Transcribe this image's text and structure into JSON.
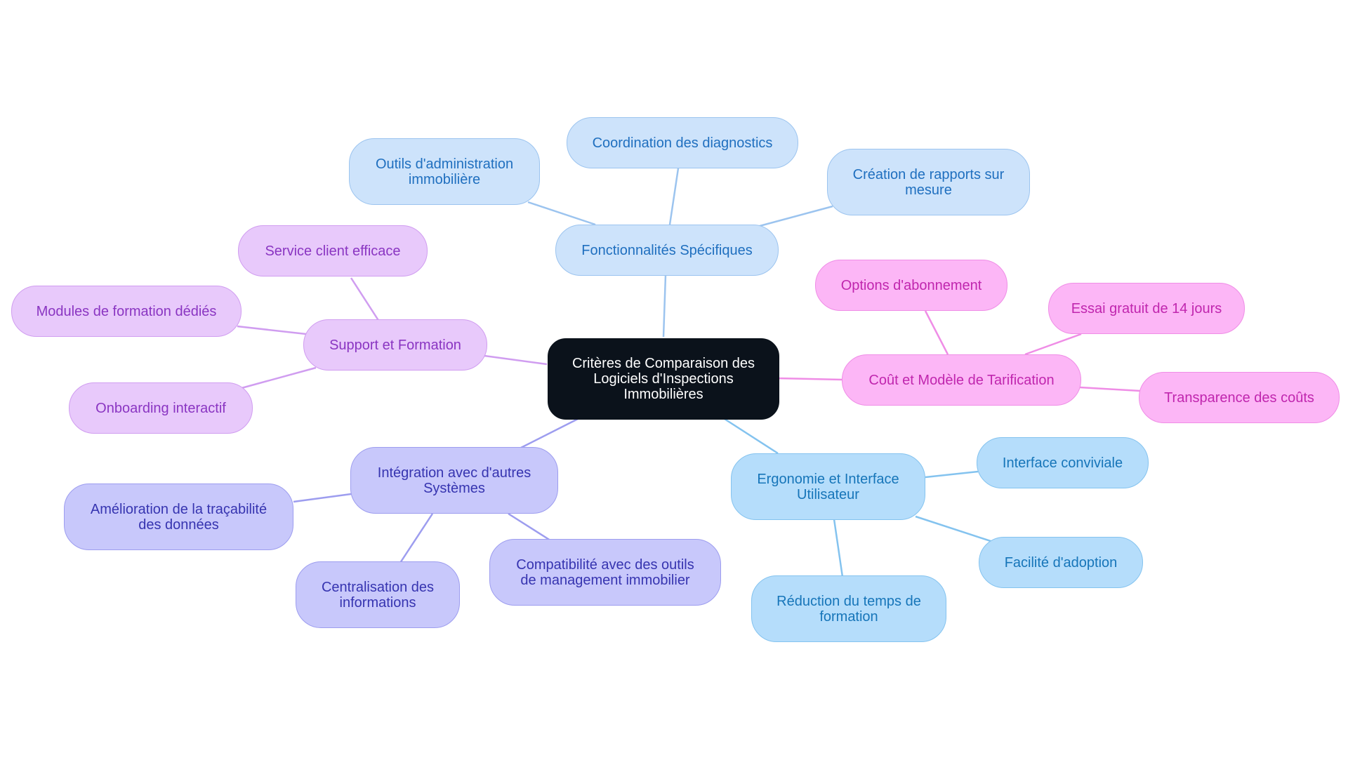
{
  "mindmap": {
    "root": "Critères de Comparaison des\nLogiciels d'Inspections\nImmobilières",
    "branches": {
      "fonctionnalites": {
        "label": "Fonctionnalités Spécifiques",
        "color": "#9cc4ef",
        "children": [
          "Outils d'administration\nimmobilière",
          "Coordination des diagnostics",
          "Création de rapports sur\nmesure"
        ]
      },
      "cout": {
        "label": "Coût et Modèle de Tarification",
        "color": "#ef8de6",
        "children": [
          "Options d'abonnement",
          "Essai gratuit de 14 jours",
          "Transparence des coûts"
        ]
      },
      "ergonomie": {
        "label": "Ergonomie et Interface\nUtilisateur",
        "color": "#84c3ef",
        "children": [
          "Interface conviviale",
          "Facilité d'adoption",
          "Réduction du temps de\nformation"
        ]
      },
      "integration": {
        "label": "Intégration avec d'autres\nSystèmes",
        "color": "#9d9def",
        "children": [
          "Amélioration de la traçabilité\ndes données",
          "Centralisation des\ninformations",
          "Compatibilité avec des outils\nde management immobilier"
        ]
      },
      "support": {
        "label": "Support et Formation",
        "color": "#d09df0",
        "children": [
          "Service client efficace",
          "Modules de formation dédiés",
          "Onboarding interactif"
        ]
      }
    }
  }
}
